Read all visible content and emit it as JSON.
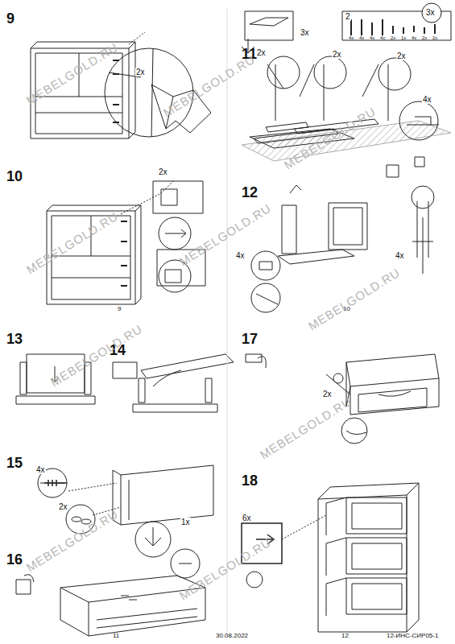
{
  "diagram": {
    "labels": [
      "9",
      "2x",
      "10",
      "2x",
      "11",
      "3x",
      "3x",
      "2",
      "4x",
      "4x",
      "4x",
      "4x",
      "2x",
      "1x",
      "4x",
      "2x",
      "2x",
      "2x",
      "2x",
      "2x",
      "4x",
      "12",
      "4x",
      "4x",
      "9",
      "10",
      "13",
      "14",
      "15",
      "4x",
      "2x",
      "1x",
      "16",
      "17",
      "2x",
      "18",
      "6x",
      "11",
      "30.08.2022",
      "12",
      "12-ИНС-СИР05-1",
      "MEBELGOLD.RU",
      "MEBELGOLD.RU",
      "MEBELGOLD.RU",
      "MEBELGOLD.RU",
      "MEBELGOLD.RU",
      "MEBELGOLD.RU",
      "MEBELGOLD.RU",
      "MEBELGOLD.RU",
      "MEBELGOLD.RU",
      "MEBELGOLD.RU"
    ]
  }
}
